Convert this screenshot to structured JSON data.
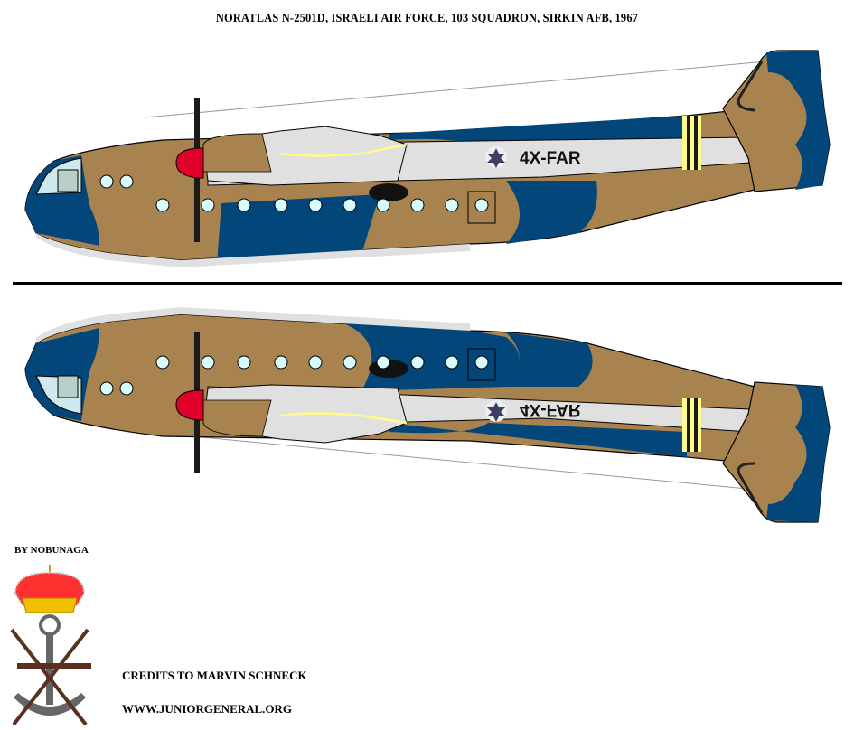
{
  "title": "Noratlas N-2501D, Israeli Air Force, 103 Squadron, Sirkin AFB, 1967",
  "author": "By Nobunaga",
  "credits": "Credits to Marvin Schneck",
  "website": "www.juniorgeneral.org",
  "aircraft": {
    "registration": "4X-FAR",
    "registration_mirrored": "4X-FAR",
    "roundel": "star-of-david-roundel",
    "views": [
      {
        "name": "left-side-view",
        "orientation": "upright"
      },
      {
        "name": "right-side-view",
        "orientation": "mirrored-vertical"
      }
    ]
  },
  "colors": {
    "camo_blue": "#03467a",
    "camo_tan": "#a8834f",
    "underside_gray": "#e0e0e0",
    "window_cyan": "#d8fcfc",
    "spinner_red": "#e0002a",
    "band_yellow": "#fffb88",
    "band_black": "#1a1a1a",
    "star_navy": "#3a3f63"
  }
}
